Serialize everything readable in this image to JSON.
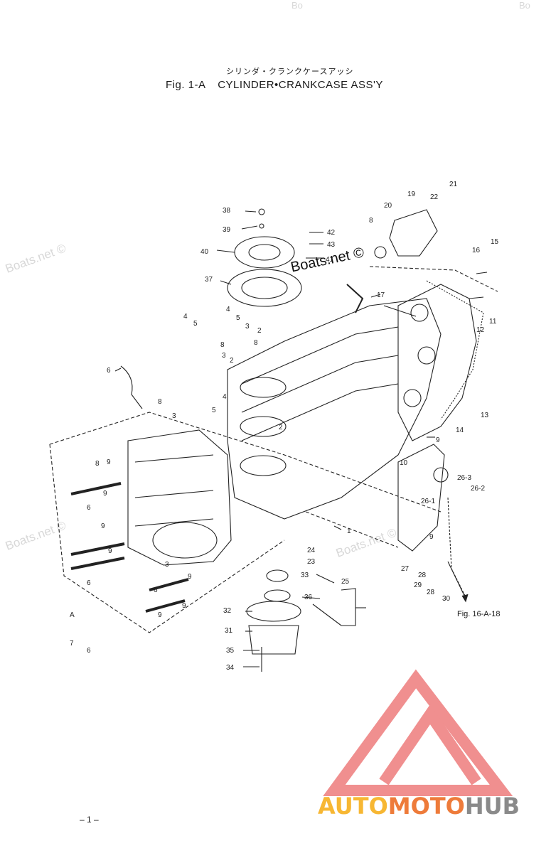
{
  "header": {
    "japanese_title": "シリンダ・クランクケースアッシ",
    "figure_number": "Fig. 1-A",
    "figure_title": "CYLINDER•CRANKCASE ASS'Y"
  },
  "watermarks": {
    "small": "Boats.net ©",
    "center": "Boats.net ©",
    "top": "Bo"
  },
  "callouts": {
    "l38": "38",
    "l39": "39",
    "l40": "40",
    "l37": "37",
    "l42": "42",
    "l43": "43",
    "l41": "41",
    "l8a": "8",
    "l20": "20",
    "l19": "19",
    "l22": "22",
    "l21": "21",
    "l16": "16",
    "l15": "15",
    "l17": "17",
    "l11": "11",
    "l12": "12",
    "l13": "13",
    "l14": "14",
    "l9a": "9",
    "l10": "10",
    "l4a": "4",
    "l5a": "5",
    "l4b": "4",
    "l5b": "5",
    "l3a": "3",
    "l2a": "2",
    "l8b": "8",
    "l3b": "3",
    "l2b": "2",
    "l8c": "8",
    "l6a": "6",
    "l8d": "8",
    "l4c": "4",
    "l5c": "5",
    "l2c": "2",
    "l3c": "3",
    "l8e": "8",
    "l9b": "9",
    "l6b": "6",
    "l9c": "9",
    "l9d": "9",
    "l9e": "9",
    "l6c": "6",
    "l3d": "3",
    "l9f": "9",
    "l6d": "6",
    "l9g": "9",
    "l9h": "9",
    "lA": "A",
    "l7": "7",
    "l6e": "6",
    "l263": "26-3",
    "l262": "26-2",
    "l261": "26-1",
    "l1": "1",
    "l24": "24",
    "l23": "23",
    "l25": "25",
    "l33": "33",
    "l36": "36",
    "l32": "32",
    "l31": "31",
    "l35": "35",
    "l34": "34",
    "l27": "27",
    "l28a": "28",
    "l29": "29",
    "l28b": "28",
    "l30": "30",
    "l9i": "9"
  },
  "figure_reference": "Fig. 16-A-18",
  "page_number": "– 1 –",
  "logo": {
    "part1": "AUTO",
    "part2": "MOTO",
    "part3": "HUB",
    "color_auto": "#f7b733",
    "color_moto": "#ee7b3a",
    "color_hub": "#8a8a8a",
    "color_triangle": "#f08f8f"
  }
}
